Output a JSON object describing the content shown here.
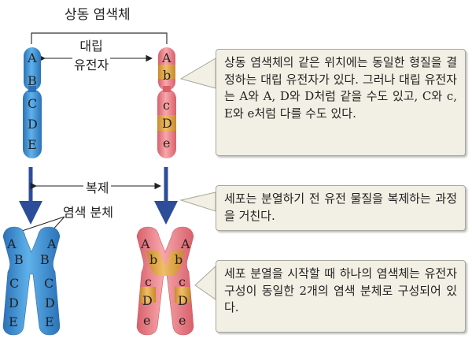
{
  "labels": {
    "homologous_chromosomes": "상동 염색체",
    "allele": "대립\n유전자",
    "replication": "복제",
    "chromatids": "염색 분체"
  },
  "notes": [
    "상동 염색체의 같은 위치에는 동일한 형질을 결정하는 대립 유전자가 있다. 그러나 대립 유전자는 A와 A, D와 D처럼 같을 수도 있고, C와 c, E와 e처럼 다를 수도 있다.",
    "세포는 분열하기 전 유전 물질을 복제하는 과정을 거친다.",
    "세포 분열을 시작할 때 하나의 염색체는 유전자 구성이 동일한 2개의 염색 분체로 구성되어 있다."
  ],
  "alleles": {
    "blue": [
      "A",
      "B",
      "C",
      "D",
      "E"
    ],
    "red": [
      "A",
      "b",
      "c",
      "D",
      "e"
    ]
  },
  "colors": {
    "blue_chromosome": "#3d8fd2",
    "red_chromosome": "#ee7d85",
    "gene_band": "#e0a23c",
    "arrow": "#2d4d9a",
    "note_bg": "#f2f0e4"
  }
}
